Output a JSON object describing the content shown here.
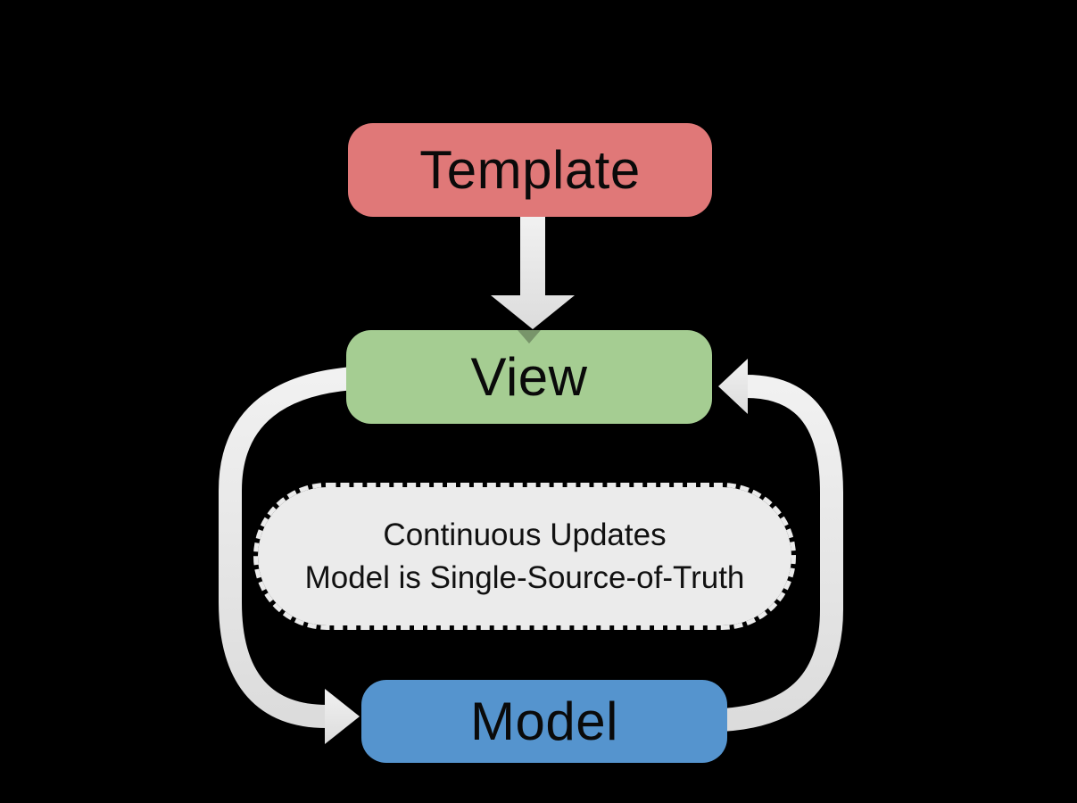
{
  "background_color": "#000000",
  "nodes": {
    "template": {
      "label": "Template",
      "fill": "#E07878",
      "text_color": "#0a0a0a"
    },
    "view": {
      "label": "View",
      "fill": "#A5CD92",
      "text_color": "#0a0a0a"
    },
    "model": {
      "label": "Model",
      "fill": "#5594CE",
      "text_color": "#0a0a0a"
    }
  },
  "note": {
    "lines": [
      "Continuous Updates",
      "Model is Single-Source-of-Truth"
    ],
    "fill": "#EBEBEB",
    "border_style": "dashed",
    "text_color": "#111111"
  },
  "arrows": {
    "color": "#E8E8E8",
    "items": [
      {
        "name": "template-to-view-arrow",
        "from": "Template",
        "to": "View",
        "shape": "straight-down"
      },
      {
        "name": "view-to-model-arrow",
        "from": "View",
        "to": "Model",
        "shape": "left-curved-loop"
      },
      {
        "name": "model-to-view-arrow",
        "from": "Model",
        "to": "View",
        "shape": "right-curved-loop"
      }
    ]
  }
}
